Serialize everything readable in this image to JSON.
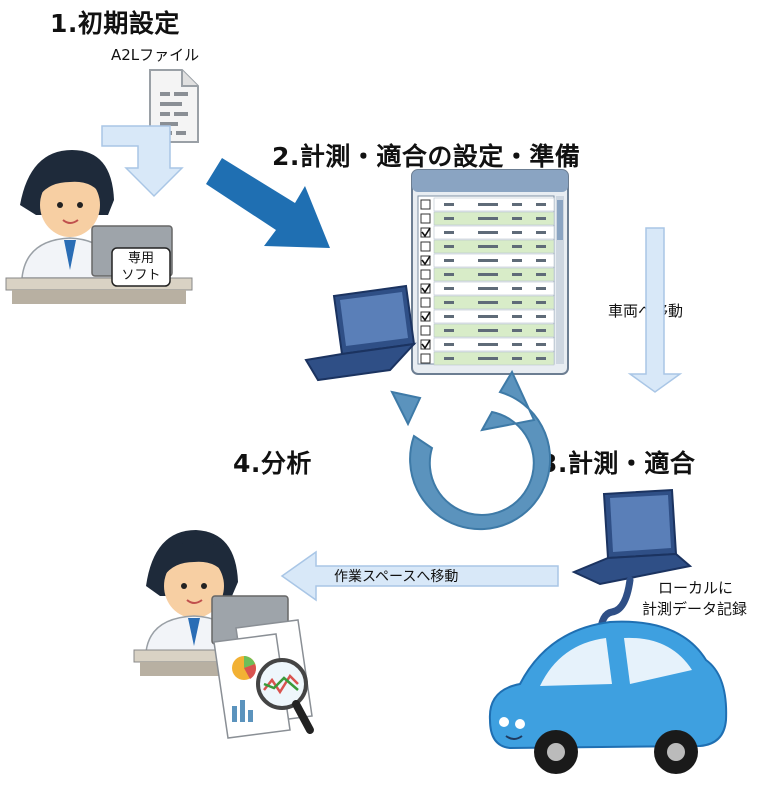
{
  "steps": {
    "step1": "1.初期設定",
    "step2": "2.計測・適合の設定・準備",
    "step3": "3.計測・適合",
    "step4": "4.分析"
  },
  "labels": {
    "a2l_file": "A2Lファイル",
    "software_line1": "専用",
    "software_line2": "ソフト",
    "move_to_vehicle": "車両へ移動",
    "move_to_workspace": "作業スペースへ移動",
    "local_record_line1": "ローカルに",
    "local_record_line2": "計測データ記録"
  },
  "colors": {
    "blue_arrow": "#1f6fb2",
    "light_arrow": "#d8e8f8",
    "cycle_arrow": "#5b93bd",
    "car": "#3ea0e0",
    "laptop": "#2f4f86",
    "grid_green": "#d8ecc8"
  },
  "icons": [
    "document-icon",
    "person-at-desk-icon",
    "laptop-icon",
    "spreadsheet-window-icon",
    "cycle-arrow-icon",
    "car-icon",
    "report-magnifier-icon",
    "checkbox-icon"
  ]
}
